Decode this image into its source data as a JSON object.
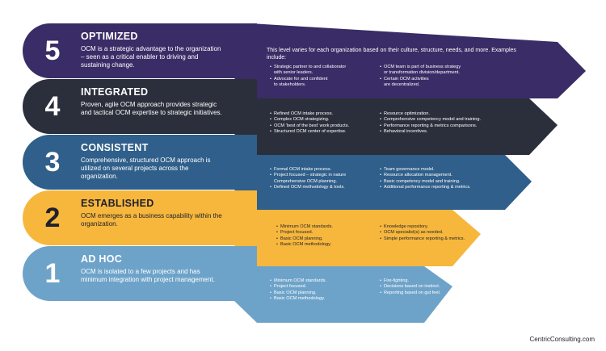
{
  "colors": {
    "optimized": "#3a2c66",
    "integrated": "#2b2f3b",
    "consistent": "#2f5f8a",
    "established": "#f6b73c",
    "adhoc": "#6ea3c9"
  },
  "levels": [
    {
      "number": "5",
      "title": "OPTIMIZED",
      "description": "OCM is a strategic advantage to the organization – seen as a critical enabler to driving and sustaining change.",
      "intro": "This level varies for each organization based on their culture, structure, needs, and more. Examples include:",
      "col1": [
        "Strategic partner to and collaborator",
        "with senior leaders.",
        "Advocate for and confident",
        "to stakeholders."
      ],
      "col2": [
        "OCM team is part of business strategy",
        "or transformation division/department.",
        "Certain OCM activities",
        "are decentralized."
      ]
    },
    {
      "number": "4",
      "title": "INTEGRATED",
      "description": "Proven, agile OCM approach provides strategic and tactical OCM expertise to strategic initiatives.",
      "col1": [
        "Refined OCM intake process.",
        "Complex OCM strategizing.",
        "OCM ‘best of the best’ work products.",
        "Structured OCM center of expertise."
      ],
      "col2": [
        "Resource optimization.",
        "Comprehensive competency model and training.",
        "Performance reporting & metrics comparisons.",
        "Behavioral incentives."
      ]
    },
    {
      "number": "3",
      "title": "CONSISTENT",
      "description": "Comprehensive, structured OCM approach is utilized on several projects across the organization.",
      "col1": [
        "Formal OCM intake process.",
        "Project focused – strategic in nature",
        "Comprehensive OCM planning.",
        "Defined OCM methodology & tools."
      ],
      "col2": [
        "Team governance model.",
        "Resource allocation management.",
        "Basic competency model and training.",
        "Additional performance reporting & metrics."
      ]
    },
    {
      "number": "2",
      "title": "ESTABLISHED",
      "description": "OCM emerges as a business capability within the organization.",
      "col1": [
        "Minimum OCM standards.",
        "Project focused.",
        "Basic OCM planning.",
        "Basic OCM methodology."
      ],
      "col2": [
        "Knowledge repository.",
        "OCM specialist(s) as needed.",
        "Simple performance reporting & metrics."
      ]
    },
    {
      "number": "1",
      "title": "AD HOC",
      "description": "OCM is isolated to a few projects and has minimum integration with project management.",
      "col1": [
        "Minimum OCM standards.",
        "Project focused.",
        "Basic OCM planning.",
        "Basic OCM methodology."
      ],
      "col2": [
        "Fire-fighting.",
        "Decisions based on instinct.",
        "Reporting based on gut feel."
      ]
    }
  ],
  "footer": "CentricConsulting.com"
}
